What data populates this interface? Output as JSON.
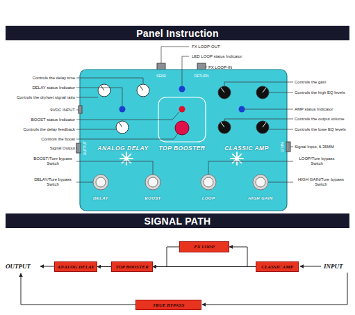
{
  "diagram": {
    "nodes": [
      {
        "text": [
          "Panel Instruction"
        ]
      },
      {
        "text": [
          "SIGNAL PATH"
        ]
      },
      {
        "text": [
          "ANALOG DELAY",
          "TOP BOOSTER",
          "CLASSIC AMP",
          "DELAY",
          "BOOST",
          "LOOP",
          "HIGH GAIN"
        ]
      },
      {
        "text": [
          "FX LOOP"
        ]
      },
      {
        "text": [
          "ANALOG DELAY"
        ]
      },
      {
        "text": [
          "TOP BOOSTER"
        ]
      },
      {
        "text": [
          "CLASSIC AMP"
        ]
      },
      {
        "text": [
          "TRUE BYPASS"
        ]
      }
    ],
    "edges": [
      {
        "from": 6,
        "to": 3,
        "arrow": "to"
      },
      {
        "from": 3,
        "to": 5,
        "arrow": "to"
      },
      {
        "from": 6,
        "to": 5,
        "arrow": "to"
      },
      {
        "from": 5,
        "to": 4,
        "arrow": "to"
      }
    ],
    "labels": [
      "FX LOOP-OUT",
      "LED LOOP status Indicator",
      "FX LOOP-IN",
      "Controls the delay time",
      "DELAY status Indicator",
      "Controls the dry/wet signal ratio",
      "9VDC INPUT",
      "BOOST status Indicator",
      "Controls the delay feedback",
      "Controls the boost",
      "Signal Output",
      "BOOST/Ture bypass Switch",
      "DELAY/Ture bypass Switch",
      "Controls the gain",
      "Controls the high EQ levels",
      "AMP status Indicator",
      "Controls the output volume",
      "Controls the lowe EQ levels",
      "Signal Input, 6.35MM",
      "LOOP/Ture bypass Switch",
      "HIGH GAIN/Ture bypass Switch",
      "SEND",
      "RETURN",
      "OUTPUT",
      "INPUT",
      "OUTPUT",
      "INPUT"
    ]
  }
}
